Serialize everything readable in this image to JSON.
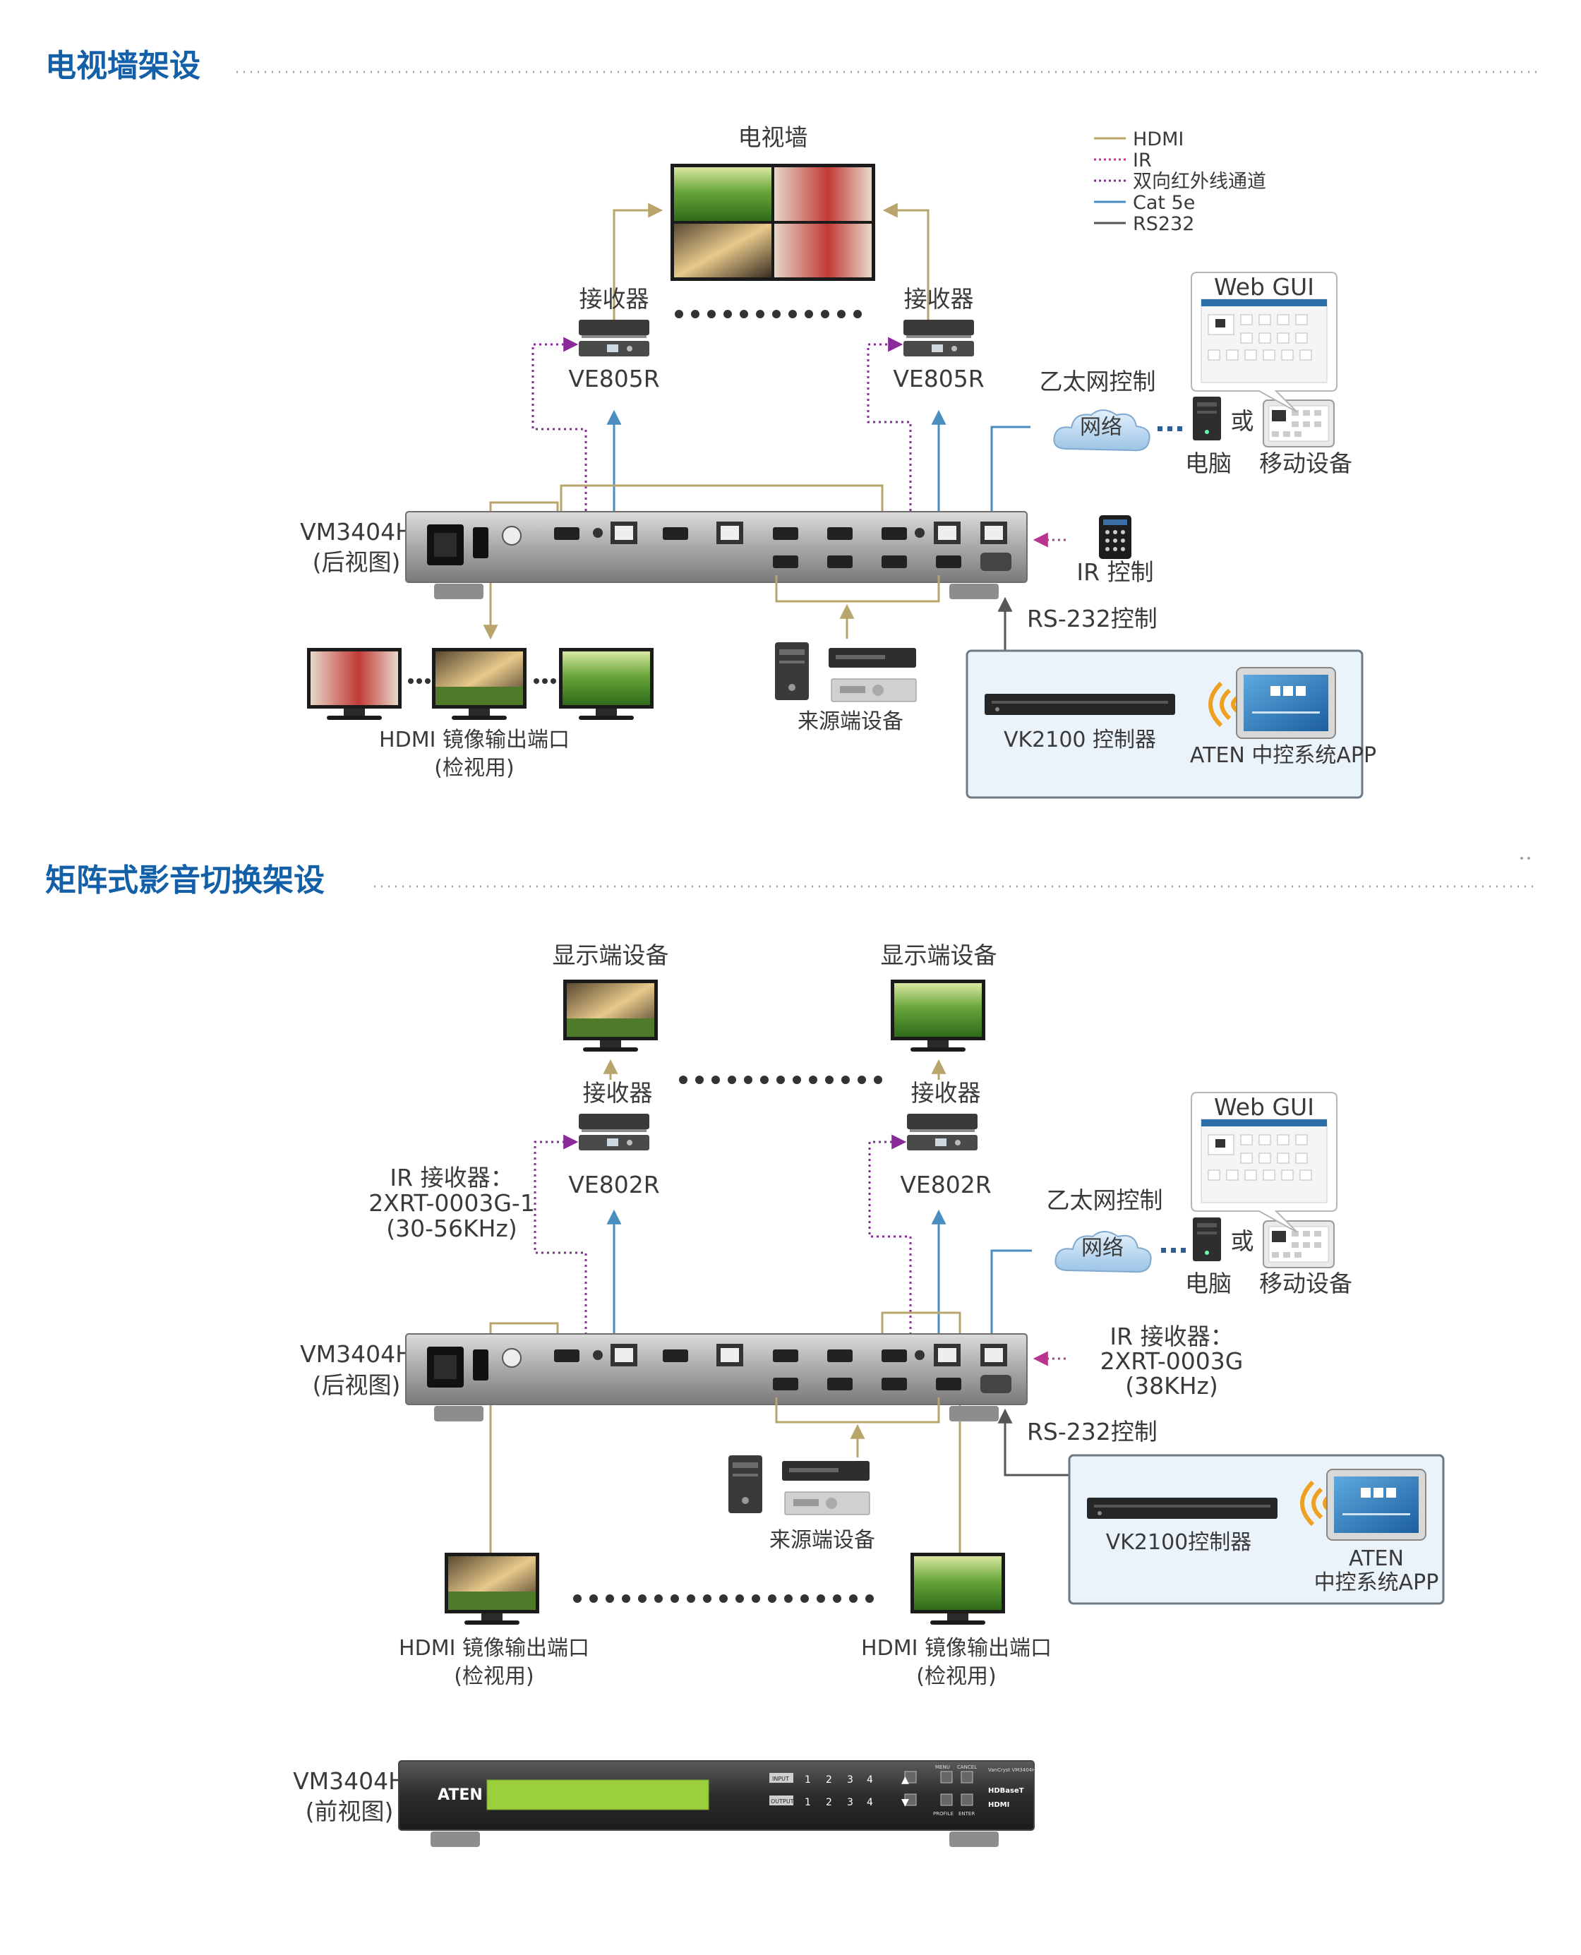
{
  "sections": [
    {
      "title": "电视墙架设",
      "tv_wall_label": "电视墙",
      "receiver_label": "接收器",
      "receiver_models": [
        "VE805R",
        "VE805R"
      ],
      "legend": [
        "HDMI",
        "IR",
        "双向红外线通道",
        "Cat 5e",
        "RS232"
      ],
      "web_gui_label": "Web GUI",
      "ethernet_label": "乙太网控制",
      "network_label": "网络",
      "or_label": "或",
      "pc_label": "电脑",
      "mobile_label": "移动设备",
      "device_name": "VM3404H",
      "device_view": "(后视图)",
      "ir_control_label": "IR 控制",
      "rs232_label": "RS-232控制",
      "hdmi_mirror_label": "HDMI 镜像输出端口",
      "hdmi_mirror_sub": "(检视用)",
      "source_label": "来源端设备",
      "vk_label": "VK2100 控制器",
      "app_label": "ATEN 中控系统APP"
    },
    {
      "title": "矩阵式影音切换架设",
      "display_label": "显示端设备",
      "receiver_label": "接收器",
      "receiver_models": [
        "VE802R",
        "VE802R"
      ],
      "ir_receiver_left": [
        "IR 接收器：",
        "2XRT-0003G-1",
        "(30-56KHz)"
      ],
      "ir_receiver_right": [
        "IR 接收器：",
        "2XRT-0003G",
        "(38KHz)"
      ],
      "web_gui_label": "Web GUI",
      "ethernet_label": "乙太网控制",
      "network_label": "网络",
      "or_label": "或",
      "pc_label": "电脑",
      "mobile_label": "移动设备",
      "device_name": "VM3404H",
      "device_view": "(后视图)",
      "rs232_label": "RS-232控制",
      "source_label": "来源端设备",
      "vk_label": "VK2100控制器",
      "app_label_1": "ATEN",
      "app_label_2": "中控系统APP",
      "hdmi_mirror_label": "HDMI 镜像输出端口",
      "hdmi_mirror_sub": "(检视用)"
    }
  ],
  "front_view": {
    "device_name": "VM3404H",
    "device_view": "(前视图)",
    "brand": "ATEN",
    "input_label": "INPUT",
    "output_label": "OUTPUT",
    "button_numbers": [
      "1",
      "2",
      "3",
      "4"
    ],
    "menu_label": "MENU",
    "cancel_label": "CANCEL",
    "profile_label": "PROFILE",
    "enter_label": "ENTER",
    "model_label": "VanCryst VM3404H",
    "hdbaset_label": "HDBaseT",
    "hdmi_label": "HDMI"
  },
  "colors": {
    "title": "#1460a8",
    "hdmi": "#b9a46c",
    "ir": "#b8348e",
    "bidir_ir": "#8a2a9a",
    "cat5e": "#4a8ec0",
    "rs232": "#555555",
    "panel_fill": "#eaf3fa",
    "panel_border": "#6d7a86"
  }
}
